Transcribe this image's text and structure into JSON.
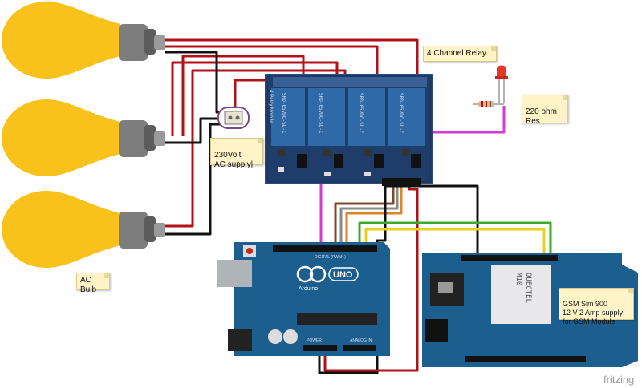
{
  "labels": {
    "relay": "4 Channel Relay",
    "resistor": "220 ohm\nRes",
    "supply": "230Volt\nAC supply|",
    "bulb": "AC Bulb",
    "gsm": "GSM Sim 900\n12 V  2 Amp supply\nfor GSM Module"
  },
  "relay_module": {
    "board_label": "4 Relay Module",
    "relay_text": "SRD-05VDC-SL-C"
  },
  "arduino": {
    "brand": "Arduino",
    "model": "UNO",
    "digital": "DIGITAL (PWM~)",
    "power": "POWER",
    "analog": "ANALOG IN"
  },
  "gsm_module": {
    "chip_brand": "QUECTEL",
    "chip_model": "M10"
  },
  "watermark": "fritzing",
  "colors": {
    "bulb": "#f9c11b",
    "wire_red": "#b1121a",
    "wire_magenta": "#d63ad3",
    "wire_green": "#3daa2a",
    "wire_yellow": "#e8d020",
    "board_blue": "#1c5e8e",
    "relay_blue": "#2f6aa7"
  }
}
